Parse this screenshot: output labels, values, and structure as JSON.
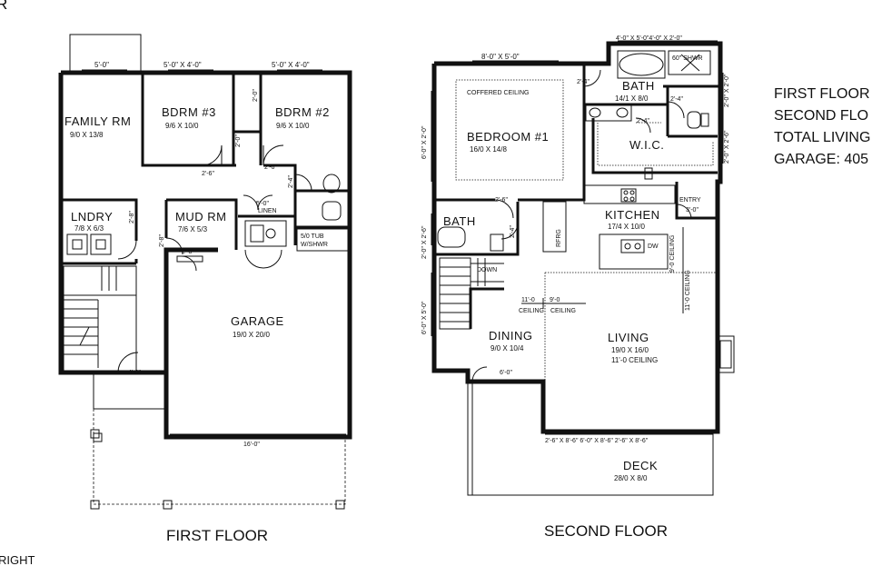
{
  "edge": {
    "top_left": "R",
    "bottom_left": "RIGHT"
  },
  "first_floor": {
    "caption": "FIRST FLOOR",
    "family_rm": {
      "name": "FAMILY RM",
      "size": "9/0 X 13/8"
    },
    "bdrm3": {
      "name": "BDRM #3",
      "size": "9/6 X 10/0"
    },
    "bdrm2": {
      "name": "BDRM #2",
      "size": "9/6 X 10/0"
    },
    "lndry": {
      "name": "LNDRY",
      "size": "7/8 X 6/3"
    },
    "mud_rm": {
      "name": "MUD RM",
      "size": "7/6 X 5/3"
    },
    "linen": "LINEN",
    "tub": [
      "5/0 TUB",
      "W/SHWR"
    ],
    "garage": {
      "name": "GARAGE",
      "size": "19/0 X 20/0"
    },
    "dims": {
      "top_left": "5'-0\"",
      "window_bdrm3": "5'-0\" X 4'-0\"",
      "window_bdrm2": "5'-0\" X 4'-0\"",
      "closet_v1": "2'-0\"",
      "closet_v2": "2'-0\"",
      "door_bdrm3": "2'-6\"",
      "door_bdrm2": "2'-6\"",
      "door_bath": "2'-4\"",
      "linen_w": "5'-0\"",
      "lndry_door": "2'-8\"",
      "mud_door": "2'-8\"",
      "garage_door_in": "2'-8\"",
      "entry_door": "4'-6\"",
      "garage_width": "16'-0\""
    }
  },
  "second_floor": {
    "caption": "SECOND FLOOR",
    "bedroom1": {
      "name": "BEDROOM #1",
      "size": "16/0 X 14/8"
    },
    "coffered": "COFFERED CEILING",
    "bath": {
      "name": "BATH",
      "size": "14/1 X 8/0"
    },
    "shower": "60\" SHWR",
    "wic": "W.I.C.",
    "bath2": "BATH",
    "kitchen": {
      "name": "KITCHEN",
      "size": "17/4 X 10/0"
    },
    "entry": "ENTRY",
    "rfrg": "RFRG",
    "dw": "DW",
    "down": "DOWN",
    "ceiling_9": "9'-0 CEILING",
    "ceiling_11a": "11'-0",
    "ceiling_9b": "9'-0",
    "ceiling_word_a": "CEILING",
    "ceiling_word_b": "CEILING",
    "ceiling_vert": "11'-0 CEILING",
    "dining": {
      "name": "DINING",
      "size": "9/0 X 10/4"
    },
    "living": {
      "name": "LIVING",
      "size": "19/0 X 16/0",
      "extra": "11'-0 CEILING"
    },
    "deck": {
      "name": "DECK",
      "size": "28/0 X 8/0"
    },
    "dims": {
      "top_bed_window": "8'-0\" X 5'-0\"",
      "top_bath_windows": "4'-0\" X 5'-0\"4'-0\" X 2'-0\"",
      "left_bed_window": "6'-0\" X 2'-0\"",
      "left_bath_window": "2'-0\" X 2'-6\"",
      "left_stair_window": "6'-0\" X 5'-0\"",
      "right_window_1": "2'-0\" X 2'-0\"",
      "right_window_2": "2'-0\" X 2'-6\"",
      "bath_door": "2'-4\"",
      "wic_door": "2'-4\"",
      "bath_door_2": "2'-4\"",
      "bed_door": "2'-6\"",
      "bath2_door": "2'-4\"",
      "entry_door": "3'-0\"",
      "dining_open": "6'-0\"",
      "bottom_windows": "2'-6\" X 8'-6\"  6'-0\" X 8'-6\"  2'-6\" X 8'-6\""
    }
  },
  "summary": {
    "line1": "FIRST FLOOR",
    "line2": "SECOND FLO",
    "line3": "TOTAL LIVING",
    "line4": "GARAGE: 405"
  }
}
